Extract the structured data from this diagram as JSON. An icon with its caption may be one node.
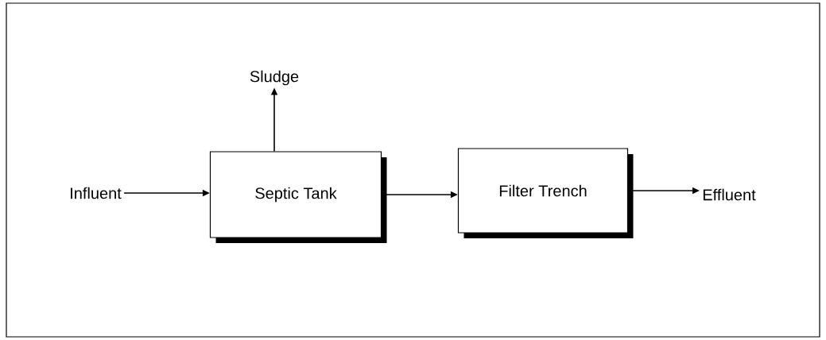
{
  "diagram": {
    "nodes": [
      {
        "text": [
          "Influent"
        ]
      },
      {
        "text": [
          "Septic Tank"
        ]
      },
      {
        "text": [
          "Filter Trench"
        ]
      },
      {
        "text": [
          "Effluent"
        ]
      },
      {
        "text": [
          "Sludge"
        ]
      }
    ],
    "edges": [
      {
        "from": 0,
        "to": 1,
        "arrow": "to"
      },
      {
        "from": 1,
        "to": 2,
        "arrow": "to"
      },
      {
        "from": 2,
        "to": 3,
        "arrow": "to"
      },
      {
        "from": 1,
        "to": 4,
        "arrow": "to"
      }
    ]
  }
}
